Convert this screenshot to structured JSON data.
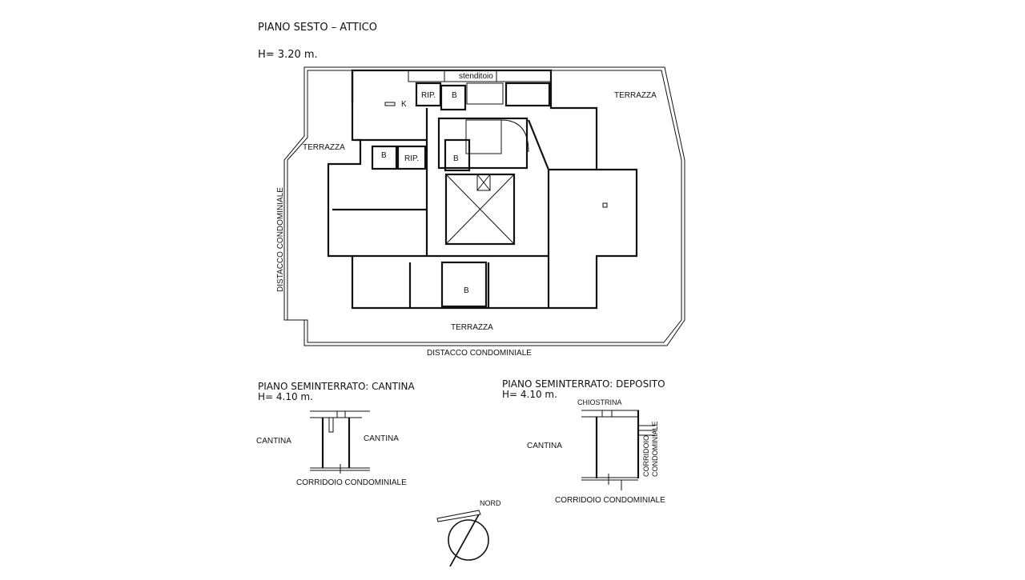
{
  "main_plan": {
    "title": "PIANO SESTO  –  ATTICO",
    "height": "H= 3.20 m.",
    "labels": {
      "stenditoio": "stenditoio",
      "terrazza_ne": "TERRAZZA",
      "terrazza_w": "TERRAZZA",
      "terrazza_s": "TERRAZZA",
      "rip_1": "RIP.",
      "rip_2": "RIP.",
      "b_1": "B",
      "b_2": "B",
      "b_3": "B",
      "b_4": "B",
      "k": "K",
      "distacco_w": "DISTACCO CONDOMINIALE",
      "distacco_s": "DISTACCO CONDOMINIALE"
    }
  },
  "cantina_plan": {
    "title": "PIANO SEMINTERRATO: CANTINA",
    "height": "H= 4.10 m.",
    "left": "CANTINA",
    "right": "CANTINA",
    "bottom": "CORRIDOIO CONDOMINIALE"
  },
  "deposito_plan": {
    "title": "PIANO SEMINTERRATO: DEPOSITO",
    "height": "H= 4.10 m.",
    "top": "CHIOSTRINA",
    "left": "CANTINA",
    "right_1": "CORRIDOIO",
    "right_2": "CONDOMINIALE",
    "bottom": "CORRIDOIO CONDOMINIALE"
  },
  "compass": {
    "label": "NORD"
  }
}
